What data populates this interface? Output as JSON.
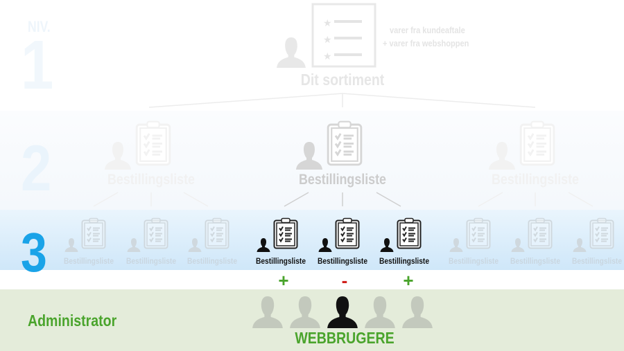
{
  "levels": {
    "niv": "NIV.",
    "one": "1",
    "two": "2",
    "three": "3"
  },
  "level1": {
    "title": "Dit sortiment",
    "notes": [
      "varer fra kundeaftale",
      "+ varer fra webshoppen"
    ]
  },
  "level2": {
    "items": [
      {
        "label": "Bestillingsliste",
        "state": "faded"
      },
      {
        "label": "Bestillingsliste",
        "state": "dim"
      },
      {
        "label": "Bestillingsliste",
        "state": "faded"
      }
    ]
  },
  "level3": {
    "items": [
      {
        "label": "Bestillingsliste",
        "state": "faded"
      },
      {
        "label": "Bestillingsliste",
        "state": "faded"
      },
      {
        "label": "Bestillingsliste",
        "state": "faded"
      },
      {
        "label": "Bestillingsliste",
        "state": "active"
      },
      {
        "label": "Bestillingsliste",
        "state": "active"
      },
      {
        "label": "Bestillingsliste",
        "state": "active"
      },
      {
        "label": "Bestillingsliste",
        "state": "faded"
      },
      {
        "label": "Bestillingsliste",
        "state": "faded"
      },
      {
        "label": "Bestillingsliste",
        "state": "faded"
      }
    ],
    "signs": [
      {
        "text": "+",
        "color": "#4aa42c"
      },
      {
        "text": "-",
        "color": "#d0201b"
      },
      {
        "text": "+",
        "color": "#4aa42c"
      }
    ]
  },
  "admin": {
    "label": "Administrator",
    "users_label": "WEBBRUGERE",
    "users": [
      "inactive",
      "inactive",
      "active",
      "inactive",
      "inactive"
    ]
  },
  "colors": {
    "accent_blue": "#1aa3e8",
    "green": "#4aa42c",
    "red": "#d0201b",
    "admin_bg": "#e4ecda"
  }
}
